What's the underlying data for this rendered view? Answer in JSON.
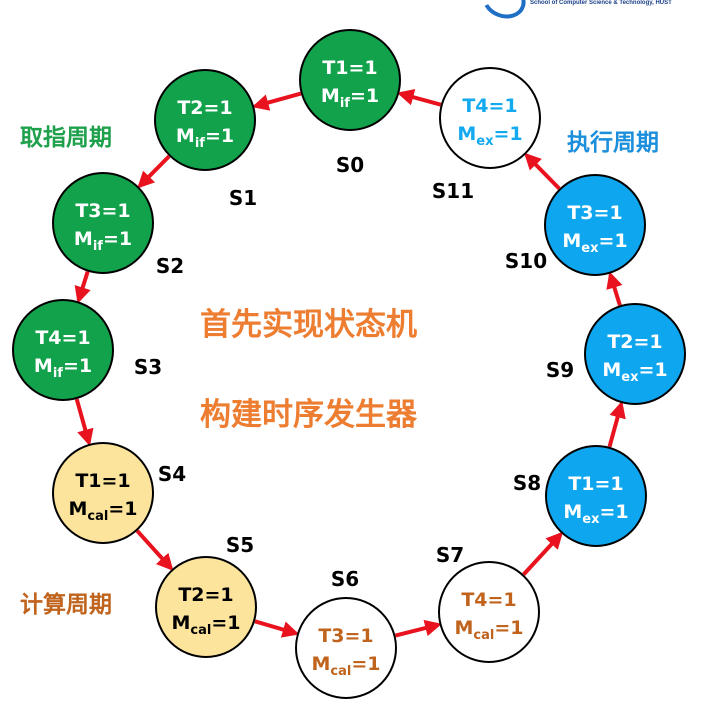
{
  "header": {
    "subtitle": "School of Computer Science & Technology, HUST"
  },
  "center_text": {
    "line1": "首先实现状态机",
    "line2": "构建时序发生器",
    "color": "#ed7d31"
  },
  "phases": {
    "fetch": {
      "label": "取指周期",
      "color": "#1ea04c"
    },
    "execute": {
      "label": "执行周期",
      "color": "#1c8fdc"
    },
    "calc": {
      "label": "计算周期",
      "color": "#c0631c"
    }
  },
  "colors": {
    "green_fill": "#12a24b",
    "blue_fill": "#0ea6ef",
    "yellow_fill": "#fde49c",
    "white_fill": "#ffffff",
    "arrow": "#e8131f",
    "blue_text": "#12a9ef",
    "brown_text": "#c0631c"
  },
  "states": [
    {
      "id": "S0",
      "t": "T1=1",
      "m": "M",
      "sub": "if",
      "style": "green"
    },
    {
      "id": "S1",
      "t": "T2=1",
      "m": "M",
      "sub": "if",
      "style": "green"
    },
    {
      "id": "S2",
      "t": "T3=1",
      "m": "M",
      "sub": "if",
      "style": "green"
    },
    {
      "id": "S3",
      "t": "T4=1",
      "m": "M",
      "sub": "if",
      "style": "green"
    },
    {
      "id": "S4",
      "t": "T1=1",
      "m": "M",
      "sub": "cal",
      "style": "yellow"
    },
    {
      "id": "S5",
      "t": "T2=1",
      "m": "M",
      "sub": "cal",
      "style": "yellow"
    },
    {
      "id": "S6",
      "t": "T3=1",
      "m": "M",
      "sub": "cal",
      "style": "white-brown"
    },
    {
      "id": "S7",
      "t": "T4=1",
      "m": "M",
      "sub": "cal",
      "style": "white-brown"
    },
    {
      "id": "S8",
      "t": "T1=1",
      "m": "M",
      "sub": "ex",
      "style": "blue"
    },
    {
      "id": "S9",
      "t": "T2=1",
      "m": "M",
      "sub": "ex",
      "style": "blue"
    },
    {
      "id": "S10",
      "t": "T3=1",
      "m": "M",
      "sub": "ex",
      "style": "blue"
    },
    {
      "id": "S11",
      "t": "T4=1",
      "m": "M",
      "sub": "ex",
      "style": "white-blue"
    }
  ]
}
